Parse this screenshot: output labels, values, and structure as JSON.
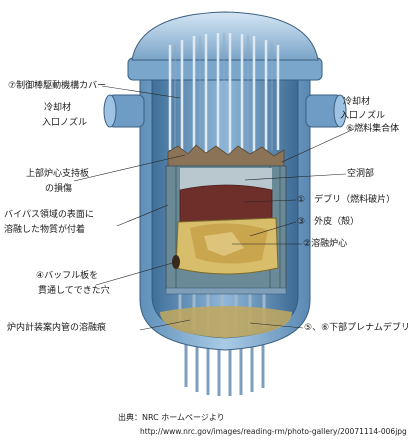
{
  "labels": {
    "ctrl_rod_cover": "⑦制御棒駆動機構カバー",
    "coolant_in_left_1": "冷却材",
    "coolant_in_left_2": "入口ノズル",
    "coolant_out_right_1": "冷却材",
    "coolant_out_right_2": "入口ノズル",
    "fuel_assembly": "⑥燃料集合体",
    "upper_support_1": "上部炉心支持板",
    "upper_support_2": "の損傷",
    "cavity": "空洞部",
    "debris": "①　デブリ（燃料破片）",
    "crust": "③　外皮（殻）",
    "bypass_1": "バイパス領域の表面に",
    "bypass_2": "溶融した物質が付着",
    "molten_core": "②溶融炉心",
    "baffle_1": "④バッフル板を",
    "baffle_2": "貫通してできた穴",
    "incore_tube": "炉内計装案内管の溶融痕",
    "lower_plenum": "⑤、⑥下部プレナムデブリ"
  },
  "source": {
    "line1": "出典：NRC ホームページより",
    "line2": "http://www.nrc.gov/images/reading-rm/photo-gallery/20071114-006jpg"
  }
}
